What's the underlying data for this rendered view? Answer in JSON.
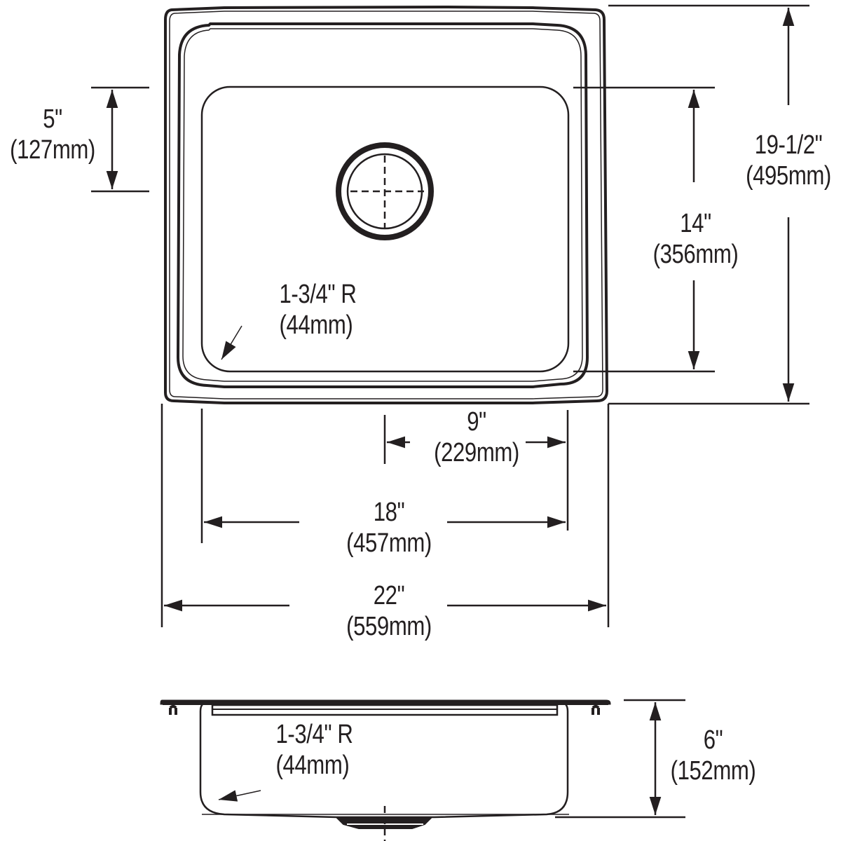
{
  "diagram": {
    "type": "sink dimension drawing",
    "colors": {
      "line": "#231f20",
      "background": "#ffffff"
    },
    "top_view": {
      "dimensions": {
        "bowl_front_to_drain": {
          "imperial": "5\"",
          "metric": "(127mm)"
        },
        "overall_depth": {
          "imperial": "19-1/2\"",
          "metric": "(495mm)"
        },
        "bowl_depth": {
          "imperial": "14\"",
          "metric": "(356mm)"
        },
        "corner_radius": {
          "imperial": "1-3/4\" R",
          "metric": "(44mm)"
        },
        "drain_offset": {
          "imperial": "9\"",
          "metric": "(229mm)"
        },
        "bowl_width": {
          "imperial": "18\"",
          "metric": "(457mm)"
        },
        "overall_width": {
          "imperial": "22\"",
          "metric": "(559mm)"
        }
      }
    },
    "side_view": {
      "dimensions": {
        "corner_radius": {
          "imperial": "1-3/4\" R",
          "metric": "(44mm)"
        },
        "bowl_height": {
          "imperial": "6\"",
          "metric": "(152mm)"
        }
      }
    }
  }
}
